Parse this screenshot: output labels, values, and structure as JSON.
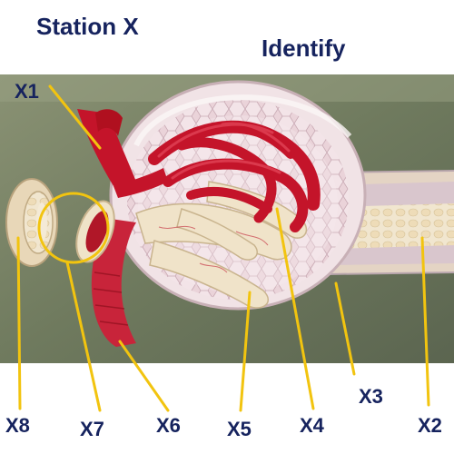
{
  "header": {
    "station": "Station X",
    "instruction": "Identify"
  },
  "labels": {
    "x1": "X1",
    "x2": "X2",
    "x3": "X3",
    "x4": "X4",
    "x5": "X5",
    "x6": "X6",
    "x7": "X7",
    "x8": "X8"
  },
  "colors": {
    "title_text": "#16235e",
    "leader_line": "#f2c40f",
    "vessel_red": "#c4142a",
    "capsule_pink": "#e6c9cf",
    "tubule_cream": "#efe3c8",
    "background_green": "#7e8768"
  }
}
